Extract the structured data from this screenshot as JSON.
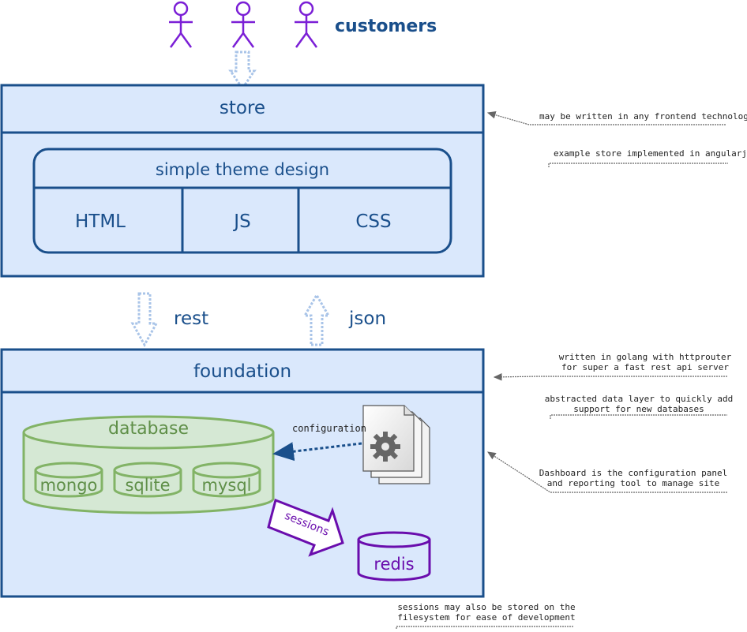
{
  "actors": {
    "label": "customers"
  },
  "store": {
    "title": "store",
    "theme": {
      "title": "simple theme design",
      "parts": [
        "HTML",
        "JS",
        "CSS"
      ]
    }
  },
  "connectors": {
    "down_label": "rest",
    "up_label": "json"
  },
  "foundation": {
    "title": "foundation",
    "database": {
      "title": "database",
      "engines": [
        "mongo",
        "sqlite",
        "mysql"
      ]
    },
    "configuration_label": "configuration",
    "sessions_label": "sessions",
    "redis_label": "redis"
  },
  "notes": {
    "store_1": "may be written in any frontend technology",
    "store_2": "example store implemented in angularjs",
    "foundation_1a": "written in golang with httprouter",
    "foundation_1b": "for super a fast rest api server",
    "foundation_2a": "abstracted data layer to quickly add",
    "foundation_2b": "support for new databases",
    "foundation_3a": "Dashboard is the configuration panel",
    "foundation_3b": "and reporting tool to manage site",
    "sessions_a": "sessions may also be stored on the",
    "sessions_b": "filesystem for ease of development"
  },
  "colors": {
    "box_fill": "#dae8fc",
    "box_stroke": "#1a4f8b",
    "db_fill": "#d5e8d4",
    "db_stroke": "#82b366",
    "purple": "#6a0dad"
  }
}
